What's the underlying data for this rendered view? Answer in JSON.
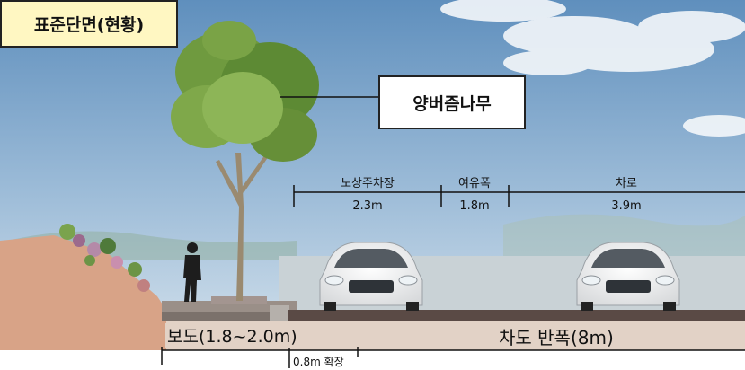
{
  "title": "표준단면(현황)",
  "tree_label": "양버즘나무",
  "segments": [
    {
      "name": "노상주차장",
      "width": "2.3m"
    },
    {
      "name": "여유폭",
      "width": "1.8m"
    },
    {
      "name": "차로",
      "width": "3.9m"
    }
  ],
  "sidewalk_label": "보도(1.8~2.0m)",
  "half_road_label": "차도 반폭(8m)",
  "extension_label": "0.8m 확장",
  "colors": {
    "sky_top": "#6e9cc4",
    "sky_bottom": "#c9dcea",
    "ground_slope": "#d8a387",
    "asphalt": "#5a4a45",
    "title_bg": "#fff7c2"
  }
}
